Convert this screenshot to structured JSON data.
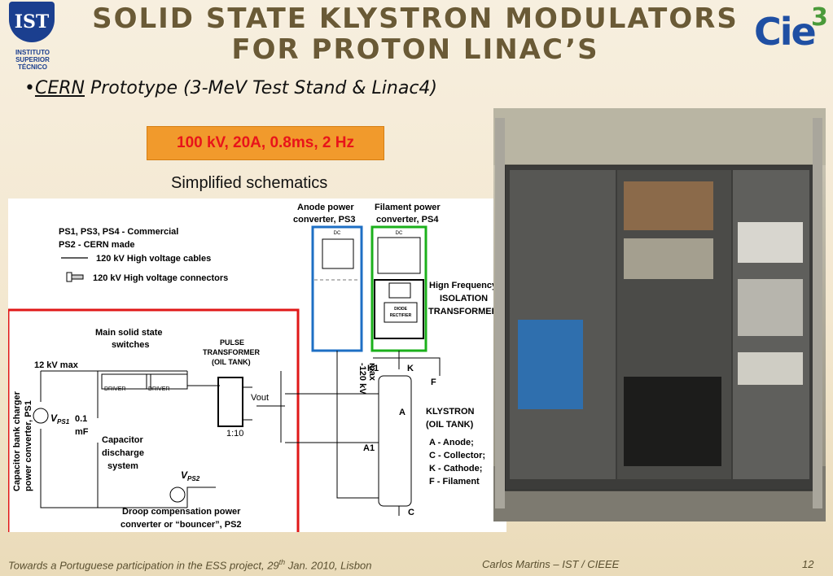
{
  "slide": {
    "title_line1": "SOLID STATE KLYSTRON MODULATORS",
    "title_line2": "FOR PROTON LINAC’S",
    "bullet_link": "CERN",
    "bullet_text": " Prototype (3-MeV Test Stand & Linac4)",
    "spec_box": "100 kV, 20A, 0.8ms, 2 Hz",
    "schematic_title": "Simplified schematics",
    "logo_left": {
      "mark": "IST",
      "line1": "INSTITUTO",
      "line2": "SUPERIOR",
      "line3": "TÉCNICO"
    },
    "logo_right": {
      "text": "Cie",
      "superscript": "3"
    }
  },
  "schematic": {
    "legend1": "PS1, PS3, PS4 - Commercial",
    "legend2": "PS2 - CERN made",
    "legend3": "120 kV High voltage cables",
    "legend4": "120 kV High voltage connectors",
    "anode_ps": [
      "Anode power",
      "converter, PS3"
    ],
    "filament_ps": [
      "Filament power",
      "converter, PS4"
    ],
    "dc": "DC",
    "hf_transformer": [
      "Hign Frequency",
      "ISOLATION",
      "TRANSFORMER"
    ],
    "diode_rectifier": [
      "DIODE",
      "RECTIFIER"
    ],
    "main_switches": [
      "Main solid state",
      "switches"
    ],
    "pulse_transformer": [
      "PULSE",
      "TRANSFORMER",
      "(OIL TANK)"
    ],
    "kv_max": "12 kV max",
    "driver": "DRIVER",
    "vout": "Vout",
    "ratio": "1:10",
    "ps1_label": [
      "Capacitor bank charger",
      "power converter, PS1"
    ],
    "vps1": "V",
    "vps1_sub": "PS1",
    "cap_value": [
      "0.1",
      "mF"
    ],
    "cap_discharge": [
      "Capacitor",
      "discharge",
      "system"
    ],
    "vps2": "V",
    "vps2_sub": "PS2",
    "droop": [
      "Droop compensation power",
      "converter or “bouncer”, PS2"
    ],
    "minus_kv": [
      "-120 kV",
      "max"
    ],
    "k1": "K1",
    "k": "K",
    "f": "F",
    "a": "A",
    "a1": "A1",
    "c": "C",
    "klystron": [
      "KLYSTRON",
      "(OIL TANK)"
    ],
    "key": [
      "A - Anode;",
      "C - Collector;",
      "K - Cathode;",
      "F - Filament"
    ]
  },
  "footer": {
    "left_pre": "Towards a Portuguese participation in the ESS project, 29",
    "left_sup": "th",
    "left_post": " Jan. 2010, Lisbon",
    "middle": "Carlos Martins – IST / CIEEE",
    "page": "12"
  },
  "colors": {
    "spec_bg": "#f19a2c",
    "spec_text": "#e8141a",
    "anode_box": "#1e6fc4",
    "filament_box": "#1bb01b",
    "ps1_box": "#e01818"
  }
}
